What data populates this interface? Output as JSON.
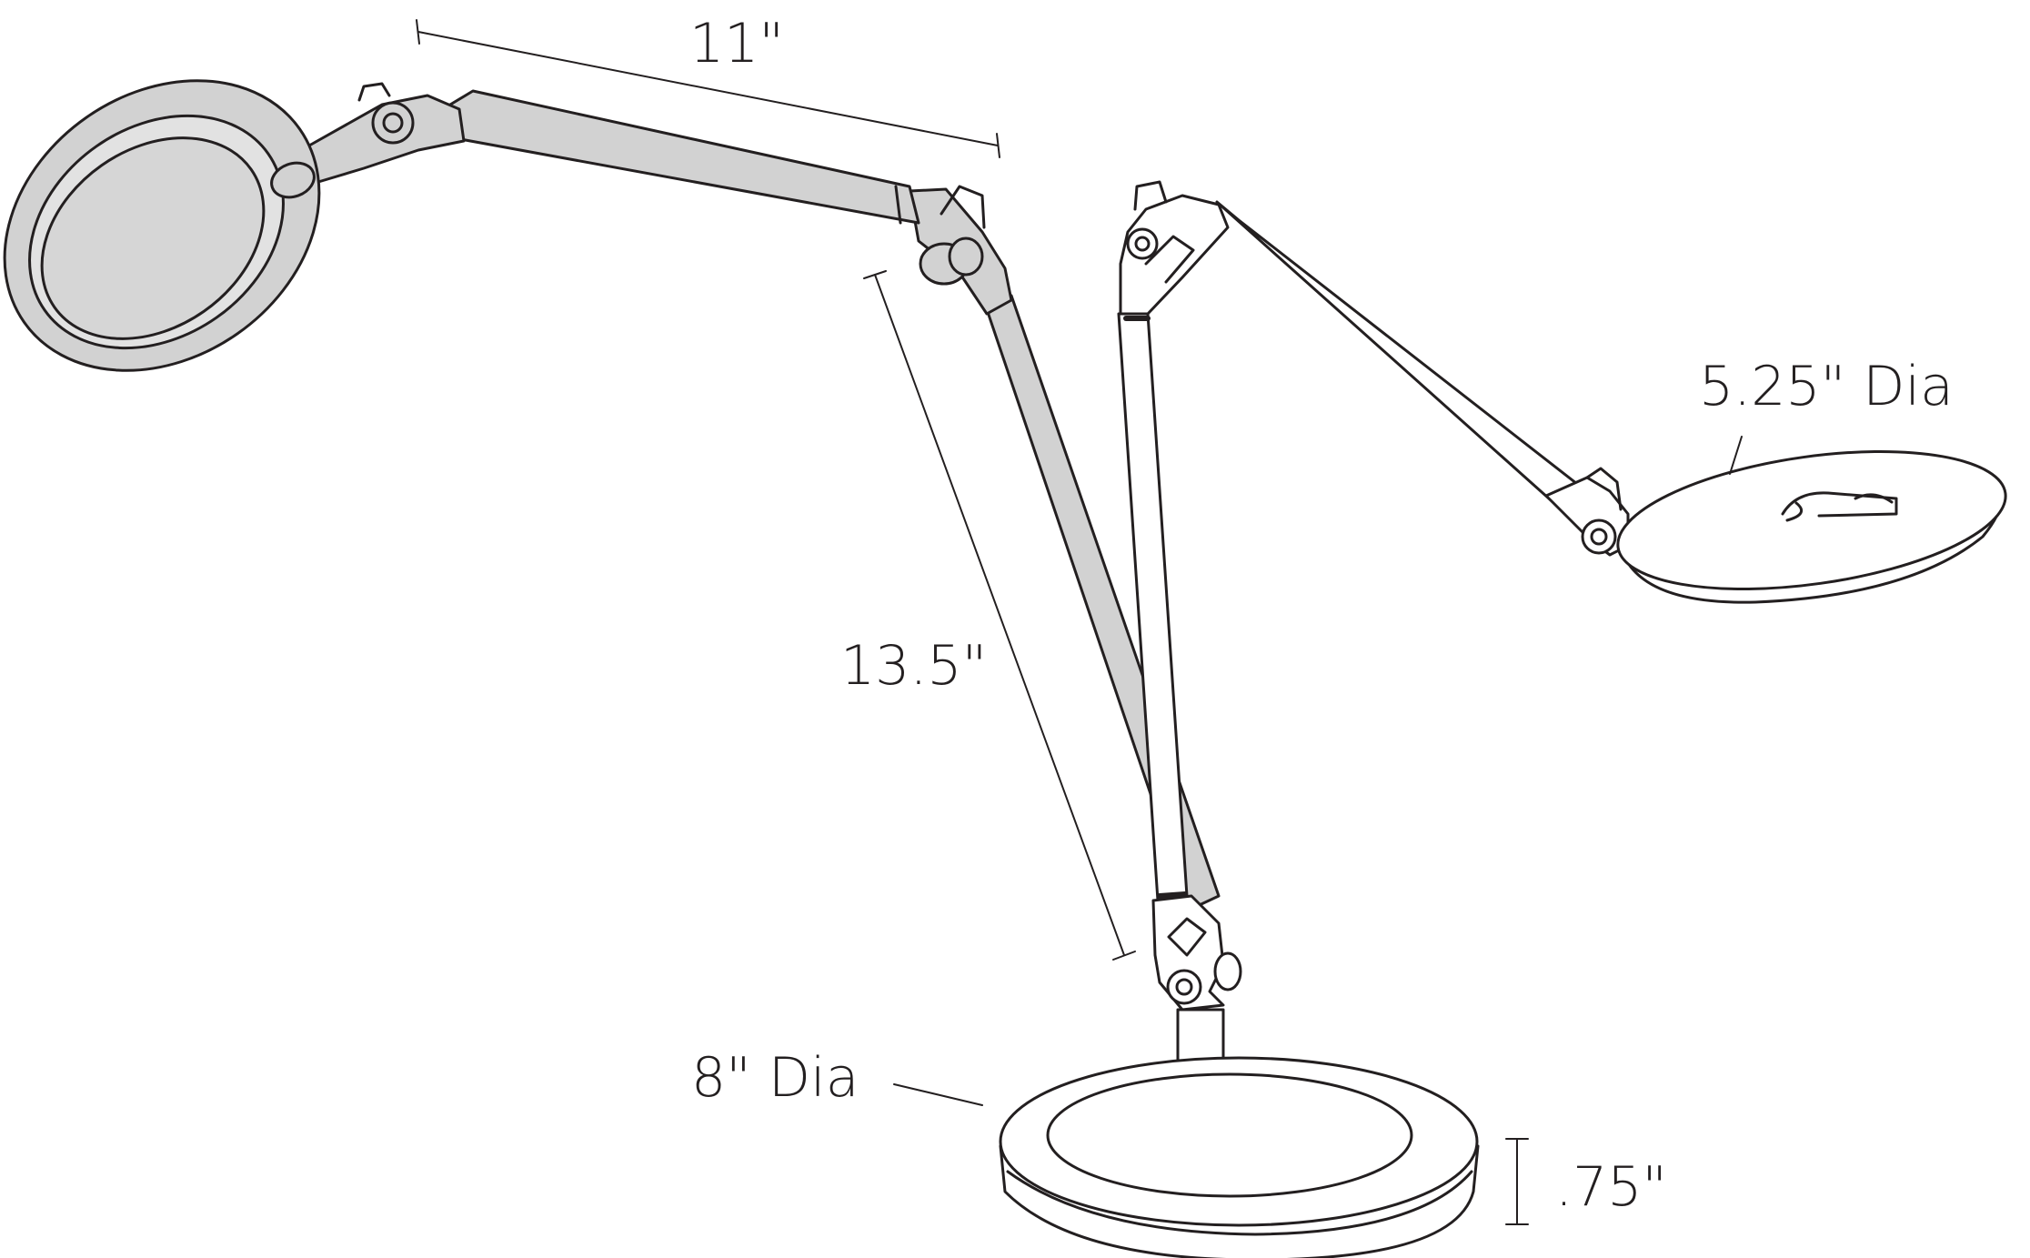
{
  "dimensions": {
    "arm_upper": "11\"",
    "arm_lower": "13.5\"",
    "head": "5.25\" Dia",
    "base": "8\" Dia",
    "base_height": ".75\""
  },
  "colors": {
    "line": "#231f20",
    "shade_gray": "#cfcfcf",
    "shade_light": "#dedede",
    "fill_white": "#ffffff"
  }
}
